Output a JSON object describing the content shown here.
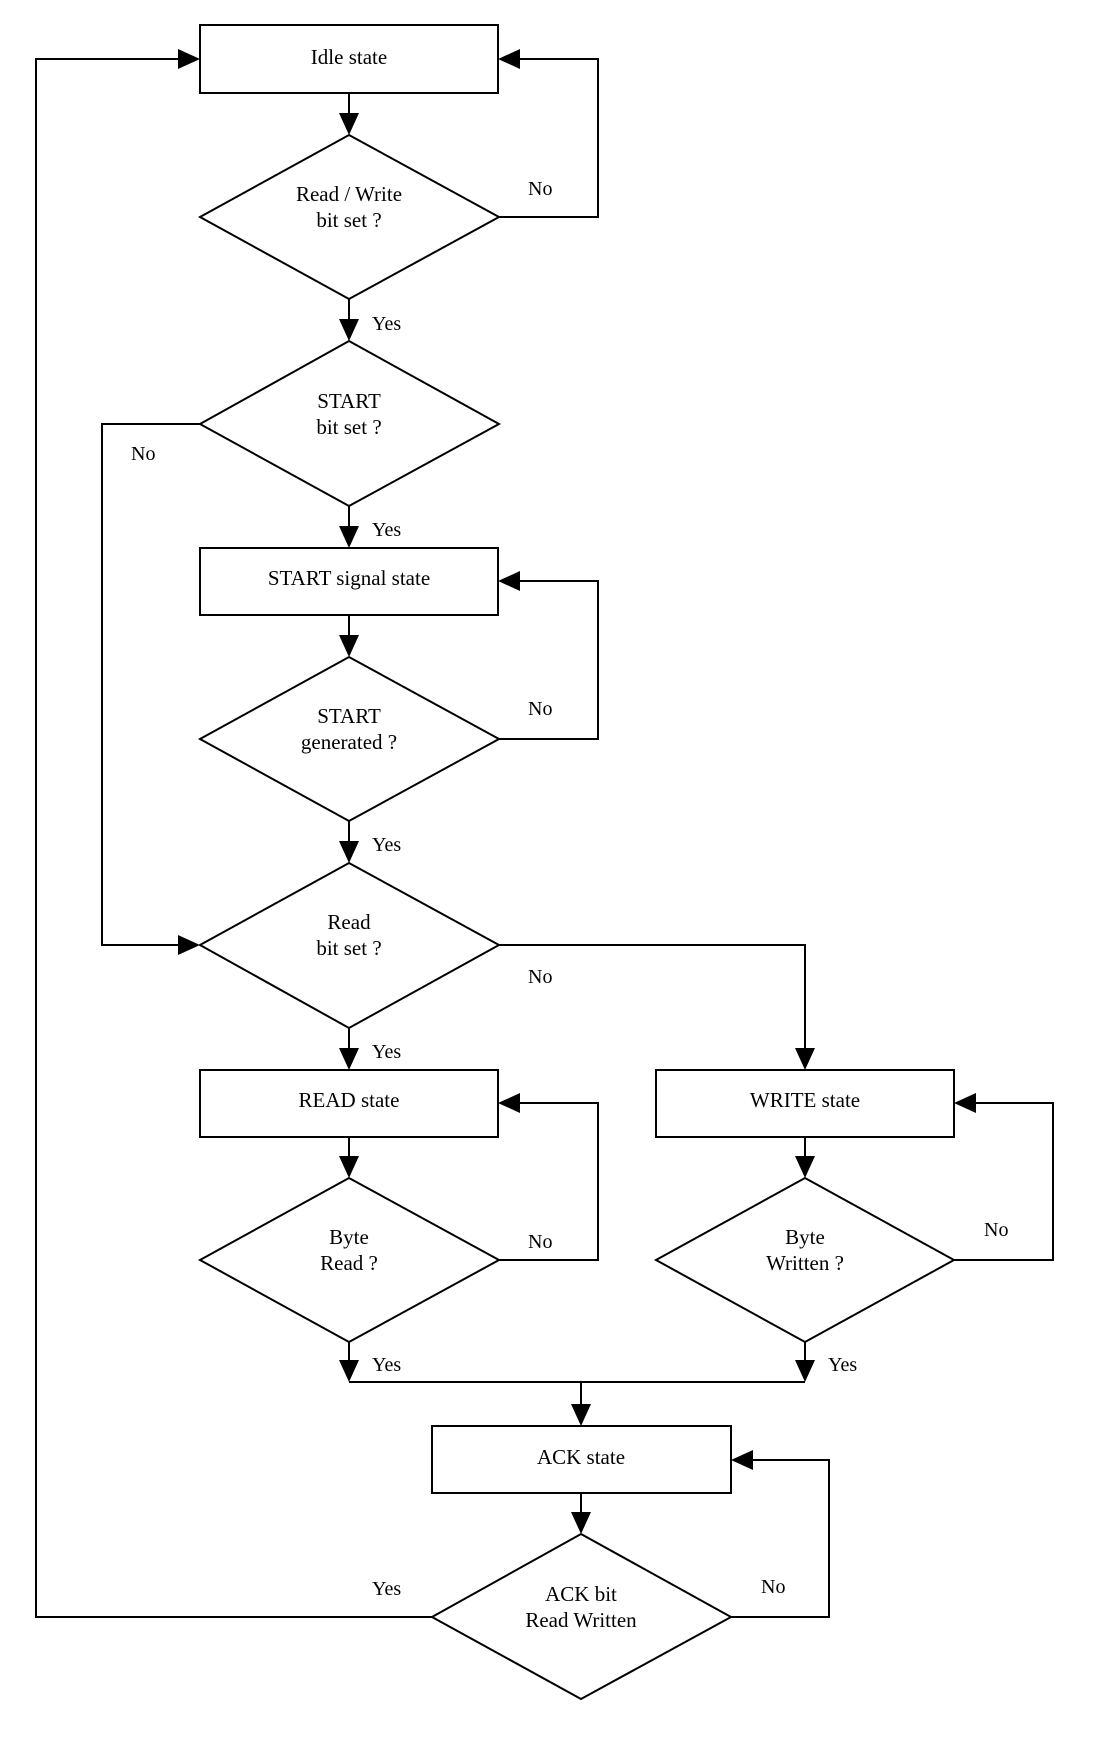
{
  "nodes": {
    "idle": {
      "lines": [
        "Idle state"
      ]
    },
    "rw_bit": {
      "lines": [
        "Read / Write",
        "bit set ?"
      ]
    },
    "start_bit": {
      "lines": [
        "START",
        "bit set ?"
      ]
    },
    "start_signal": {
      "lines": [
        "START signal state"
      ]
    },
    "start_generated": {
      "lines": [
        "START",
        "generated ?"
      ]
    },
    "read_bit": {
      "lines": [
        "Read",
        "bit set ?"
      ]
    },
    "read_state": {
      "lines": [
        "READ state"
      ]
    },
    "write_state": {
      "lines": [
        "WRITE state"
      ]
    },
    "byte_read": {
      "lines": [
        "Byte",
        "Read ?"
      ]
    },
    "byte_written": {
      "lines": [
        "Byte",
        "Written ?"
      ]
    },
    "ack_state": {
      "lines": [
        "ACK state"
      ]
    },
    "ack_bit": {
      "lines": [
        "ACK bit",
        "Read Written"
      ]
    }
  },
  "labels": {
    "rw_no": "No",
    "rw_yes": "Yes",
    "start_bit_no": "No",
    "start_bit_yes": "Yes",
    "start_gen_no": "No",
    "start_gen_yes": "Yes",
    "read_bit_no": "No",
    "read_bit_yes": "Yes",
    "byte_read_no": "No",
    "byte_read_yes": "Yes",
    "byte_written_no": "No",
    "byte_written_yes": "Yes",
    "ack_no": "No",
    "ack_yes": "Yes"
  }
}
